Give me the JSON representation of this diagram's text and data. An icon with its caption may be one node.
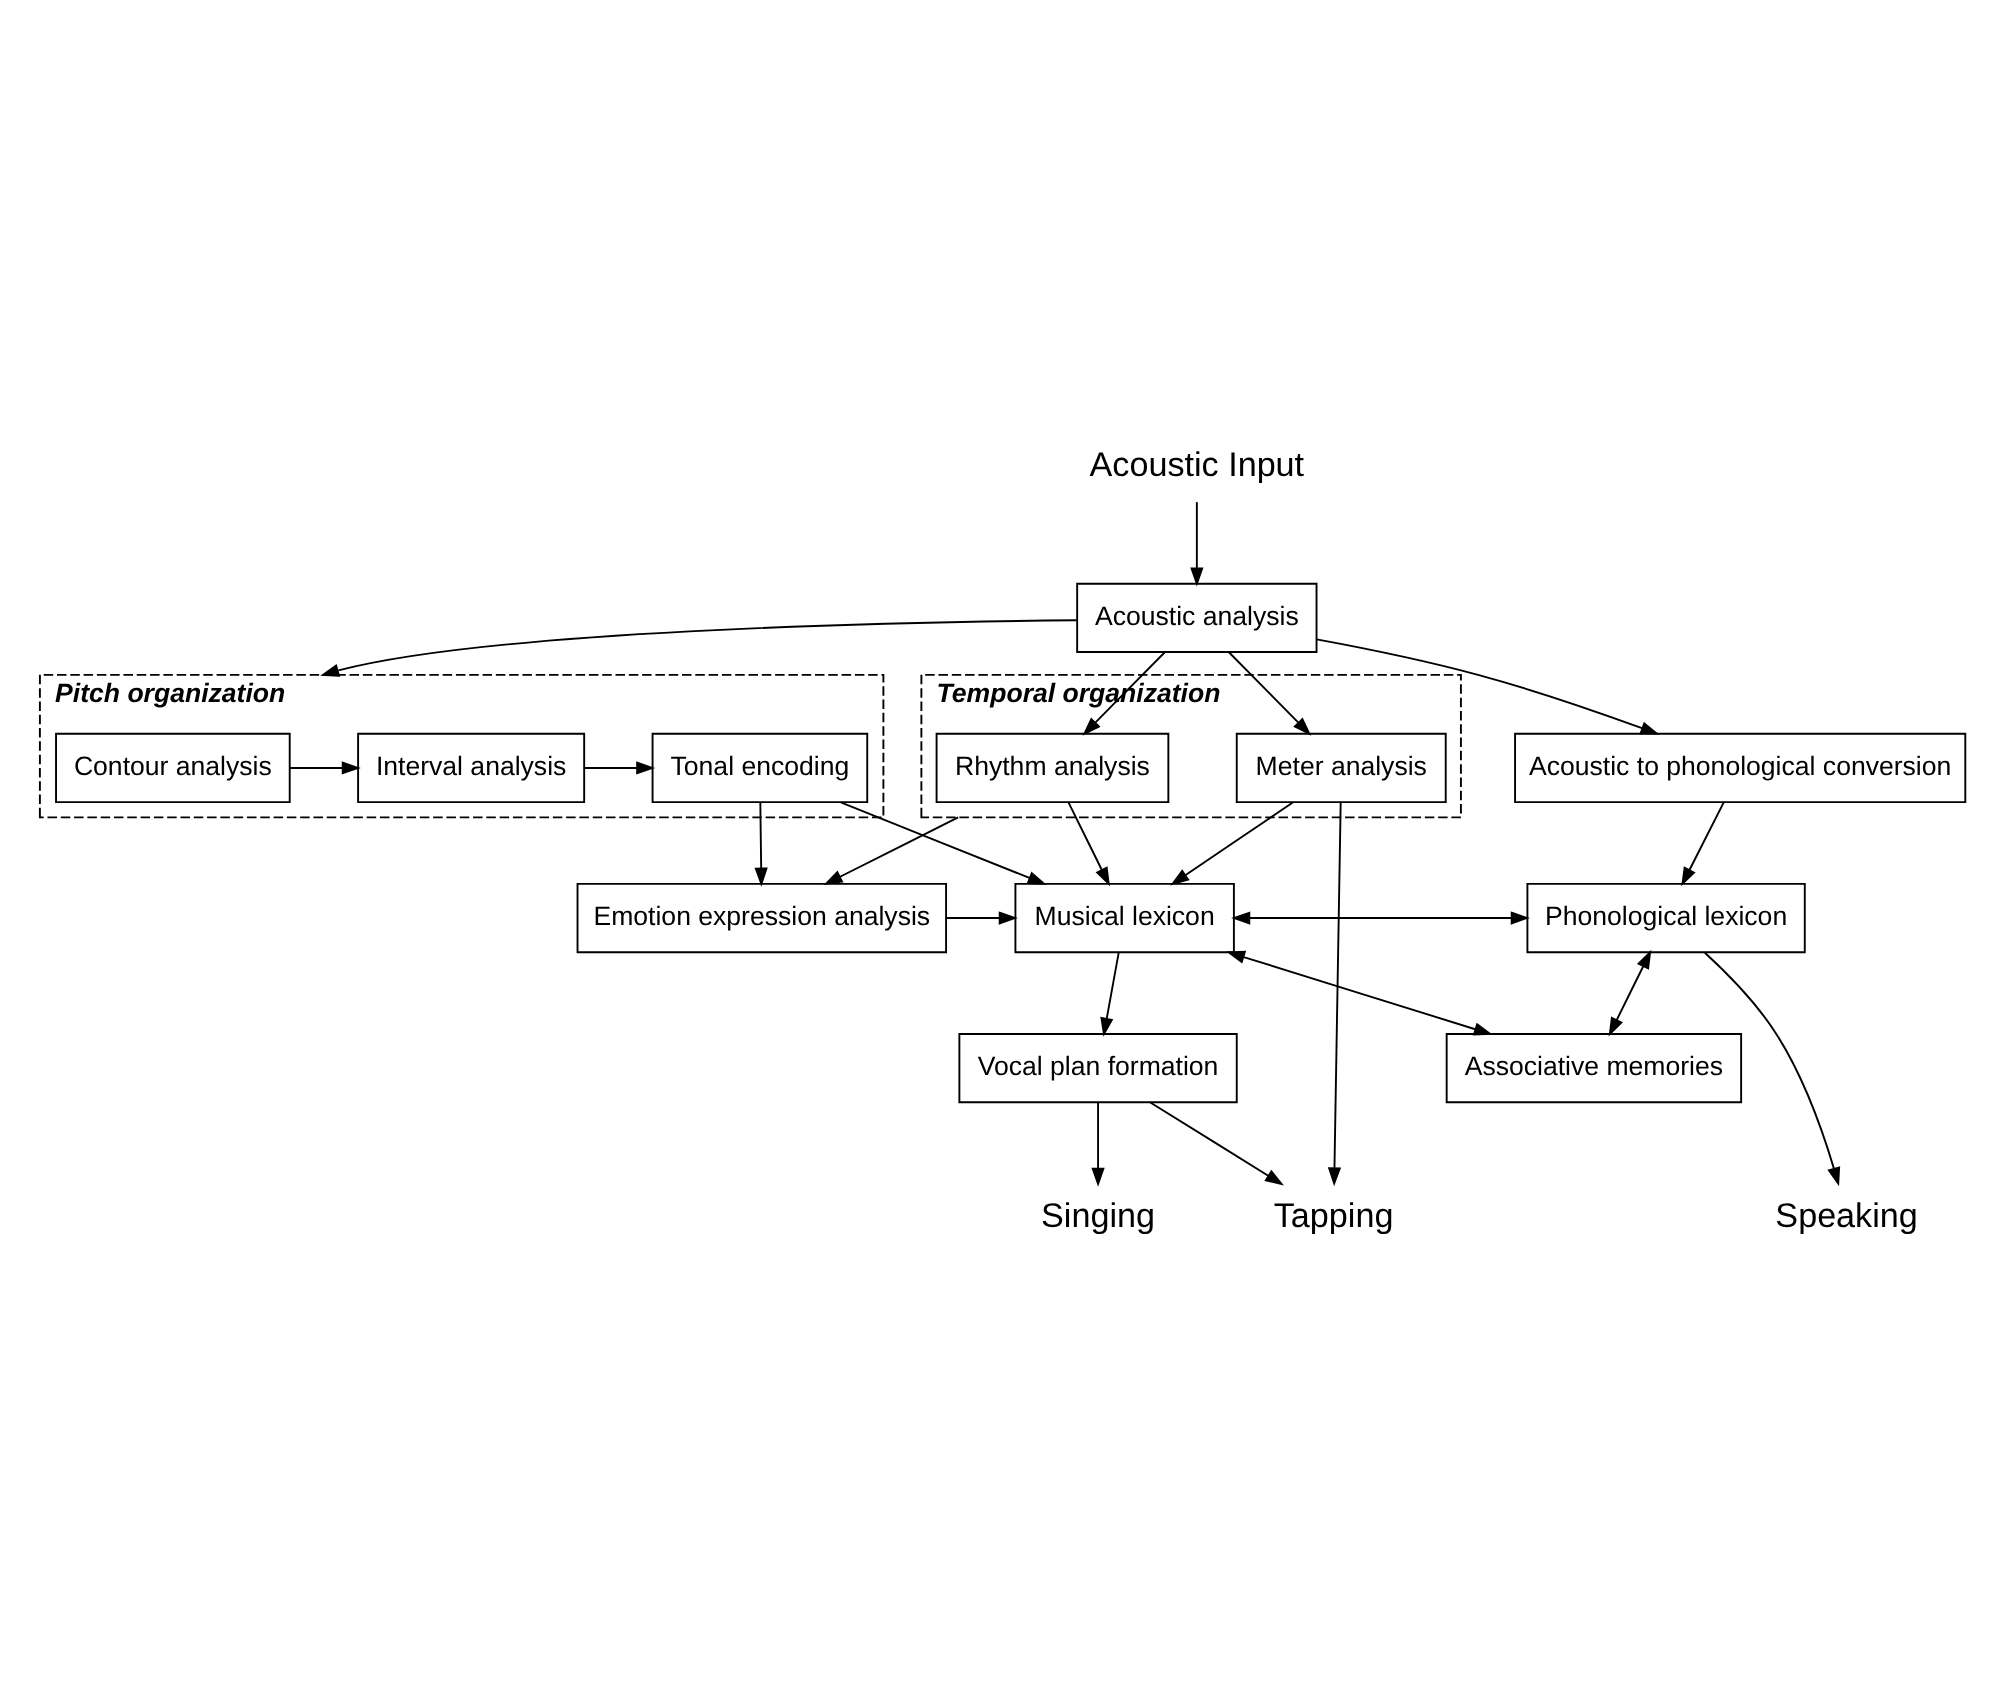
{
  "diagram": {
    "nodes": [
      {
        "text": [
          "Acoustic Input"
        ]
      },
      {
        "text": [
          "Acoustic analysis"
        ]
      },
      {
        "text": [
          "Pitch organization"
        ]
      },
      {
        "text": [
          "Tonal encoding"
        ],
        "in": 2
      },
      {
        "text": [
          "Interval analysis"
        ],
        "in": 2
      },
      {
        "text": [
          "Contour analysis"
        ],
        "in": 2
      },
      {
        "text": [
          "Temporal organization"
        ]
      },
      {
        "text": [
          "Rhythm analysis"
        ],
        "in": 6
      },
      {
        "text": [
          "Meter analysis"
        ],
        "in": 6
      },
      {
        "text": [
          "Acoustic to phonological conversion"
        ]
      },
      {
        "text": [
          "Emotion expression analysis"
        ]
      },
      {
        "text": [
          "Musical lexicon"
        ]
      },
      {
        "text": [
          "Phonological lexicon"
        ]
      },
      {
        "text": [
          "Vocal plan formation"
        ]
      },
      {
        "text": [
          "Associative memories"
        ]
      },
      {
        "text": [
          "Singing"
        ]
      },
      {
        "text": [
          "Tapping"
        ]
      },
      {
        "text": [
          "Speaking"
        ]
      }
    ],
    "edges": [
      {
        "from": 0,
        "to": 1,
        "arrow": "to"
      },
      {
        "from": 1,
        "to": 2,
        "arrow": "to"
      },
      {
        "from": 1,
        "to": 7,
        "arrow": "to"
      },
      {
        "from": 1,
        "to": 8,
        "arrow": "to"
      },
      {
        "from": 1,
        "to": 9,
        "arrow": "to"
      },
      {
        "from": 5,
        "to": 4,
        "arrow": "to"
      },
      {
        "from": 4,
        "to": 3,
        "arrow": "to"
      },
      {
        "from": 3,
        "to": 10,
        "arrow": "to"
      },
      {
        "from": 3,
        "to": 11,
        "arrow": "to"
      },
      {
        "from": 6,
        "to": 10,
        "arrow": "to"
      },
      {
        "from": 7,
        "to": 11,
        "arrow": "to"
      },
      {
        "from": 8,
        "to": 11,
        "arrow": "to"
      },
      {
        "from": 8,
        "to": 16,
        "arrow": "to"
      },
      {
        "from": 9,
        "to": 12,
        "arrow": "to"
      },
      {
        "from": 10,
        "to": 11,
        "arrow": "to"
      },
      {
        "from": 11,
        "to": 12,
        "arrow": "both"
      },
      {
        "from": 11,
        "to": 13,
        "arrow": "to"
      },
      {
        "from": 11,
        "to": 14,
        "arrow": "both"
      },
      {
        "from": 14,
        "to": 12,
        "arrow": "both"
      },
      {
        "from": 13,
        "to": 15,
        "arrow": "to"
      },
      {
        "from": 13,
        "to": 16,
        "arrow": "to"
      },
      {
        "from": 12,
        "to": 17,
        "arrow": "to"
      }
    ]
  }
}
